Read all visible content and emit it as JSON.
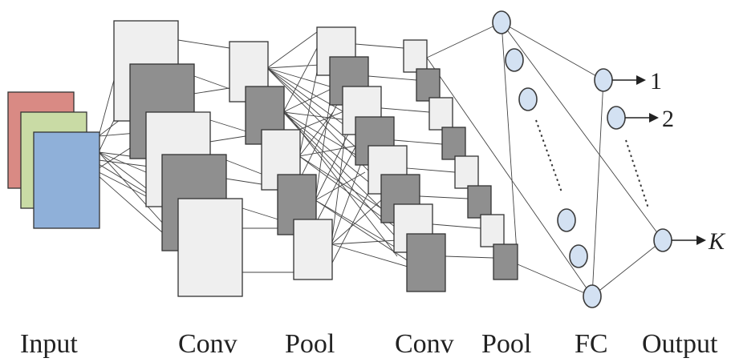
{
  "diagram": {
    "stage_labels": {
      "input": "Input",
      "conv1": "Conv",
      "pool1": "Pool",
      "conv2": "Conv",
      "pool2": "Pool",
      "fc": "FC",
      "output": "Output"
    },
    "output_labels": {
      "o1": "1",
      "o2": "2",
      "ok": "K"
    },
    "colors": {
      "input_red": "#d98a84",
      "input_green": "#c9dba5",
      "input_blue": "#8fb0d9",
      "map_light": "#efefef",
      "map_dark": "#8f8f8f",
      "neuron": "#d3e1f2"
    }
  }
}
